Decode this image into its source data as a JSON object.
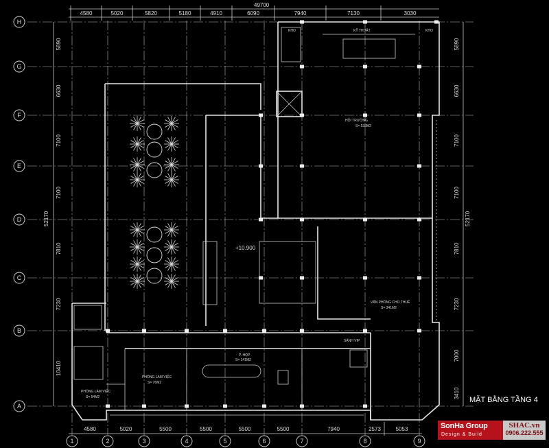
{
  "title": "MẶT BẰNG TẦNG 4",
  "overall_width": "49700",
  "overall_height": "52170",
  "top_dims": [
    "4580",
    "5020",
    "5820",
    "5180",
    "4910",
    "6090",
    "7940",
    "7130",
    "3030"
  ],
  "bottom_dims": [
    "4580",
    "5020",
    "5500",
    "5500",
    "5500",
    "5500",
    "7940",
    "2573",
    "5053"
  ],
  "left_dims": [
    "5890",
    "6630",
    "7100",
    "7100",
    "7810",
    "7230",
    "10410"
  ],
  "right_dims": [
    "5890",
    "6630",
    "7100",
    "7100",
    "7810",
    "7230",
    "7000",
    "3410"
  ],
  "row_axes": [
    "H",
    "G",
    "F",
    "E",
    "D",
    "C",
    "B",
    "A"
  ],
  "col_axes": [
    "1",
    "2",
    "3",
    "4",
    "5",
    "6",
    "7",
    "8",
    "9"
  ],
  "elevation": "+10.900",
  "rooms": {
    "kho1": "KHO",
    "ky_thuat": "KỸ THUẬT",
    "kho2": "KHO",
    "hoi_truong": "HỘI TRƯỜNG",
    "hoi_truong_area": "S= 538M2",
    "van_phong": "VĂN PHÒNG CHO THUÊ",
    "van_phong_area": "S= 341M2",
    "sanh_vip": "SẢNH VIP",
    "phong_hop": "P. HỌP",
    "phong_hop_area": "S= 141M2",
    "plv1": "PHÒNG LÀM VIỆC",
    "plv1_area": "S= 76M2",
    "plv2": "PHÒNG LÀM VIỆC",
    "plv2_area": "S= 54M2"
  },
  "logo": {
    "brand": "SonHa Group",
    "tagline": "Design & Build",
    "brand_color": "#b5121b"
  },
  "contact": {
    "site": "SHAC.vn",
    "phone": "0906.222.555"
  }
}
